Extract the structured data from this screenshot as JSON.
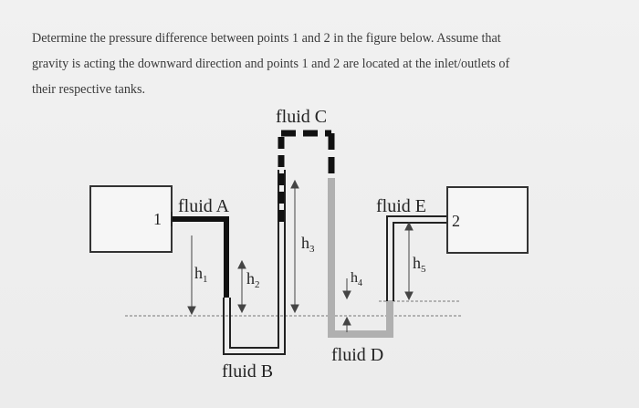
{
  "problem": {
    "lines": [
      "Determine the pressure difference between points 1 and 2 in the figure below.  Assume that",
      "gravity is acting the downward direction and points 1 and 2 are located at the inlet/outlets of",
      "their respective tanks."
    ]
  },
  "figure": {
    "fluid_c": "fluid C",
    "fluid_a": "fluid A",
    "fluid_e": "fluid E",
    "fluid_b": "fluid B",
    "fluid_d": "fluid D",
    "point_1": "1",
    "point_2": "2",
    "h1": "h",
    "h1_sub": "1",
    "h2": "h",
    "h2_sub": "2",
    "h3": "h",
    "h3_sub": "3",
    "h4": "h",
    "h4_sub": "4",
    "h5": "h",
    "h5_sub": "5",
    "colors": {
      "fluid_a": "#111111",
      "fluid_b": "#ffffff",
      "fluid_c": "#111111",
      "fluid_d": "#b0b0b0",
      "fluid_e": "#ffffff",
      "tube_outline": "#222222"
    }
  }
}
